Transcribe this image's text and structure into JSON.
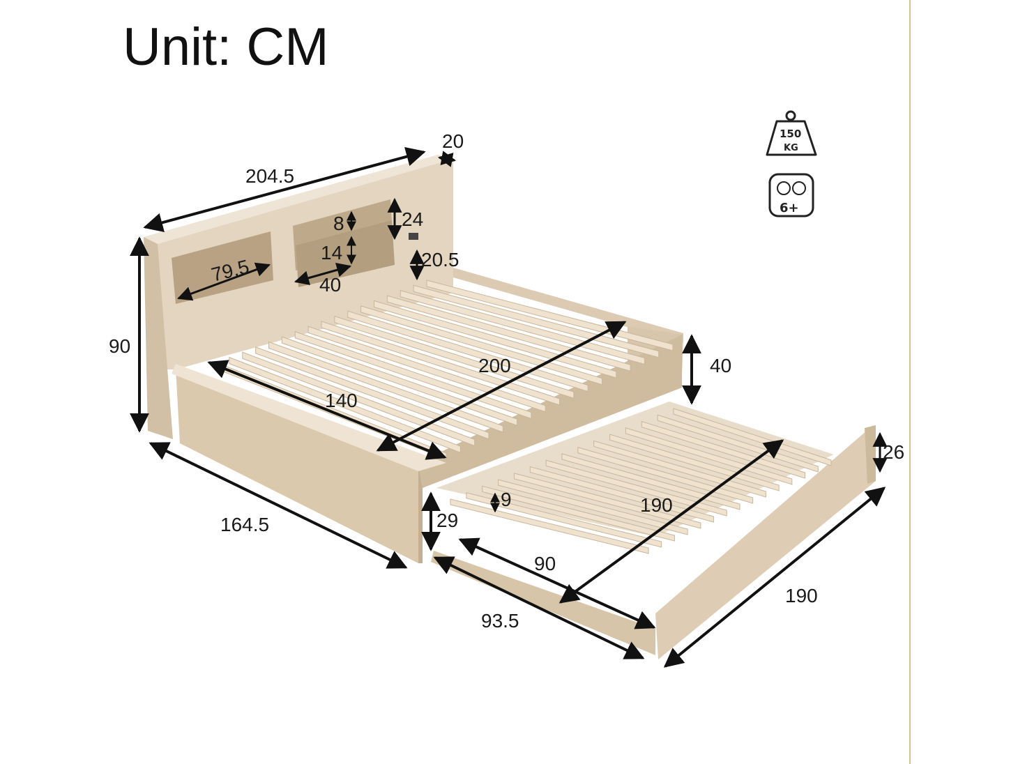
{
  "title": "Unit: CM",
  "colors": {
    "wood_light": "#e9ddcc",
    "wood_mid": "#d9c8b0",
    "wood_dark": "#c2ad8f",
    "slat": "#efe3d0",
    "slat_shadow": "#c9b69a",
    "arrow": "#111111",
    "edge_line": "#d8c48a"
  },
  "dimensions": {
    "headboard_width": "204.5",
    "headboard_depth": "20",
    "headboard_height": "90",
    "shelf_large_width": "79.5",
    "shelf_middle_width": "40",
    "shelf_top_height": "8",
    "shelf_lower_height": "14",
    "upper_shelf_height": "24",
    "side_shelf_height": "20.5",
    "main_mattress_length": "200",
    "main_mattress_width": "140",
    "frame_height": "40",
    "frame_length": "164.5",
    "trundle_height": "29",
    "trundle_slat_gap": "9",
    "trundle_mattress_length": "190",
    "trundle_mattress_width": "90",
    "trundle_width": "93.5",
    "trundle_length": "190",
    "trundle_end_height": "26"
  },
  "badges": {
    "weight_value": "150",
    "weight_unit": "KG",
    "age": "6+",
    "weight_icon": "weight-icon",
    "kids_icon": "children-icon"
  }
}
